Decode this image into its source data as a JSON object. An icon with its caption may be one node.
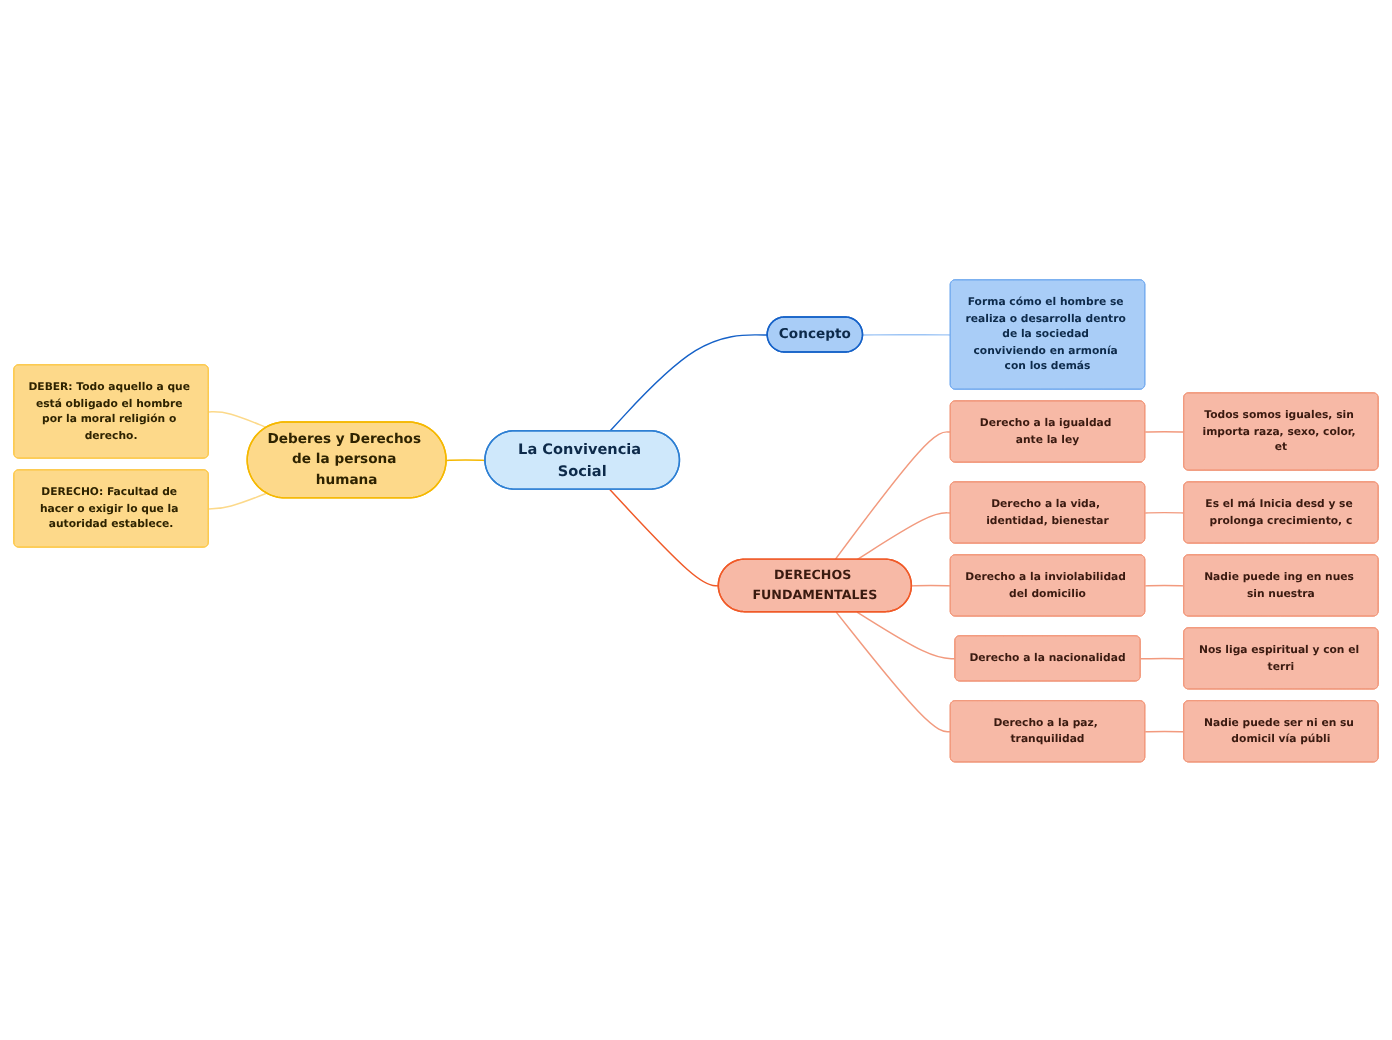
{
  "diagram": {
    "nodes": [
      {
        "text": [
          "La Convivencia Social"
        ]
      },
      {
        "text": [
          "Concepto"
        ]
      },
      {
        "text": [
          "Forma cómo el hombre se realiza o desarrolla dentro de la sociedad conviviendo en armonía con los demás"
        ]
      },
      {
        "text": [
          "DERECHOS FUNDAMENTALES"
        ]
      },
      {
        "text": [
          "Derecho a la igualdad ante la ley"
        ]
      },
      {
        "text": [
          "Todos somos iguales, sin importa raza, sexo, color, et"
        ]
      },
      {
        "text": [
          "Derecho a la vida, identidad, bienestar"
        ]
      },
      {
        "text": [
          "Es el má Inicia desd y se prolonga crecimiento, c"
        ]
      },
      {
        "text": [
          "Derecho a la inviolabilidad del domicilio"
        ]
      },
      {
        "text": [
          "Nadie puede ing en nues sin nuestra"
        ]
      },
      {
        "text": [
          "Derecho a la nacionalidad"
        ]
      },
      {
        "text": [
          "Nos liga espiritual y con el terri"
        ]
      },
      {
        "text": [
          "Derecho a la paz, tranquilidad"
        ]
      },
      {
        "text": [
          "Nadie puede ser ni en su domicil vía públi"
        ]
      },
      {
        "text": [
          "Deberes y Derechos de la persona humana"
        ]
      },
      {
        "text": [
          "DEBER: Todo aquello a que está obligado el hombre por la moral religión o derecho."
        ]
      },
      {
        "text": [
          "DERECHO: Facultad de hacer o exigir lo que la autoridad establece."
        ]
      }
    ],
    "edges": [
      {
        "from": 15,
        "to": 14,
        "arrow": "none",
        "color": "#fcd98a"
      },
      {
        "from": 16,
        "to": 14,
        "arrow": "none",
        "color": "#fcd98a"
      },
      {
        "from": 14,
        "to": 0,
        "arrow": "none",
        "color": "#f5b800"
      },
      {
        "from": 0,
        "to": 1,
        "arrow": "none",
        "color": "#1561c8"
      },
      {
        "from": 1,
        "to": 2,
        "arrow": "none",
        "color": "#9ec5f5"
      },
      {
        "from": 0,
        "to": 3,
        "arrow": "none",
        "color": "#f05a28"
      },
      {
        "from": 3,
        "to": 4,
        "arrow": "none"
      },
      {
        "from": 4,
        "to": 5,
        "arrow": "none"
      },
      {
        "from": 3,
        "to": 6,
        "arrow": "none"
      },
      {
        "from": 6,
        "to": 7,
        "arrow": "none"
      },
      {
        "from": 3,
        "to": 8,
        "arrow": "none"
      },
      {
        "from": 8,
        "to": 9,
        "arrow": "none"
      },
      {
        "from": 3,
        "to": 10,
        "arrow": "none"
      },
      {
        "from": 10,
        "to": 11,
        "arrow": "none"
      },
      {
        "from": 3,
        "to": 12,
        "arrow": "none"
      },
      {
        "from": 12,
        "to": 13,
        "arrow": "none"
      }
    ]
  }
}
